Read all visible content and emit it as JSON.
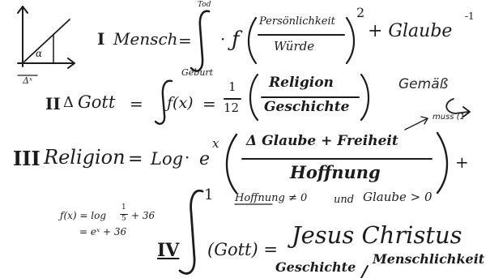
{
  "row1": {
    "numeral": "I",
    "subject": "Mensch",
    "equals": "=",
    "upper_limit": "Tod",
    "lower_limit": "Geburt",
    "dot": "·",
    "func": "ƒ",
    "numerator": "Persönlichkeit",
    "denominator": "Würde",
    "exponent": "2",
    "plus_term": "+ Glaube",
    "term_exponent": "-1"
  },
  "row2": {
    "numeral": "II",
    "delta": "Δ",
    "subject": "Gott",
    "equals": "=",
    "func": "ƒ(x)",
    "equals2": "=",
    "coeff_num": "1",
    "coeff_den": "12",
    "numerator": "Religion",
    "denominator": "Geschichte",
    "note": "Gemäß"
  },
  "row3": {
    "numeral": "III",
    "subject": "Religion",
    "equals": "=",
    "log": "Log",
    "dot": "·",
    "base": "e",
    "exponent": "x",
    "numerator": "Δ Glaube + Freiheit",
    "denominator": "Hoffnung",
    "trailing": "+",
    "side_note": "muss (1"
  },
  "row4": {
    "side_eq_1": "ƒ(x) = log",
    "side_frac_num": "1",
    "side_frac_den": "5",
    "side_plus": "+ 36",
    "side_eq_2": "= eˣ + 36",
    "condition_left": "Hoffnung ≠ 0",
    "condition_and": "und",
    "condition_right": "Glaube > 0",
    "numeral": "IV",
    "upper_limit": "1",
    "integrand": "(Gott) =",
    "result": "Jesus Christus",
    "bottom_left": "Geschichte",
    "bottom_right": "Menschlichkeit"
  },
  "diagram": {
    "label_alpha": "α",
    "label_delta": "Δˣ"
  }
}
